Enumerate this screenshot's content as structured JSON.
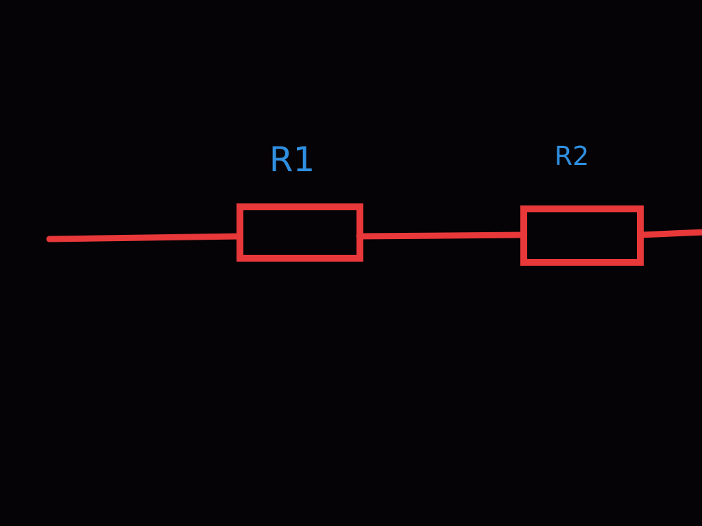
{
  "diagram": {
    "colors": {
      "background": "#050305",
      "wire": "#e8383a",
      "label": "#2f8fe0"
    },
    "components": [
      {
        "id": "r1",
        "type": "resistor",
        "label": "R1"
      },
      {
        "id": "r2",
        "type": "resistor",
        "label": "R2"
      }
    ]
  }
}
